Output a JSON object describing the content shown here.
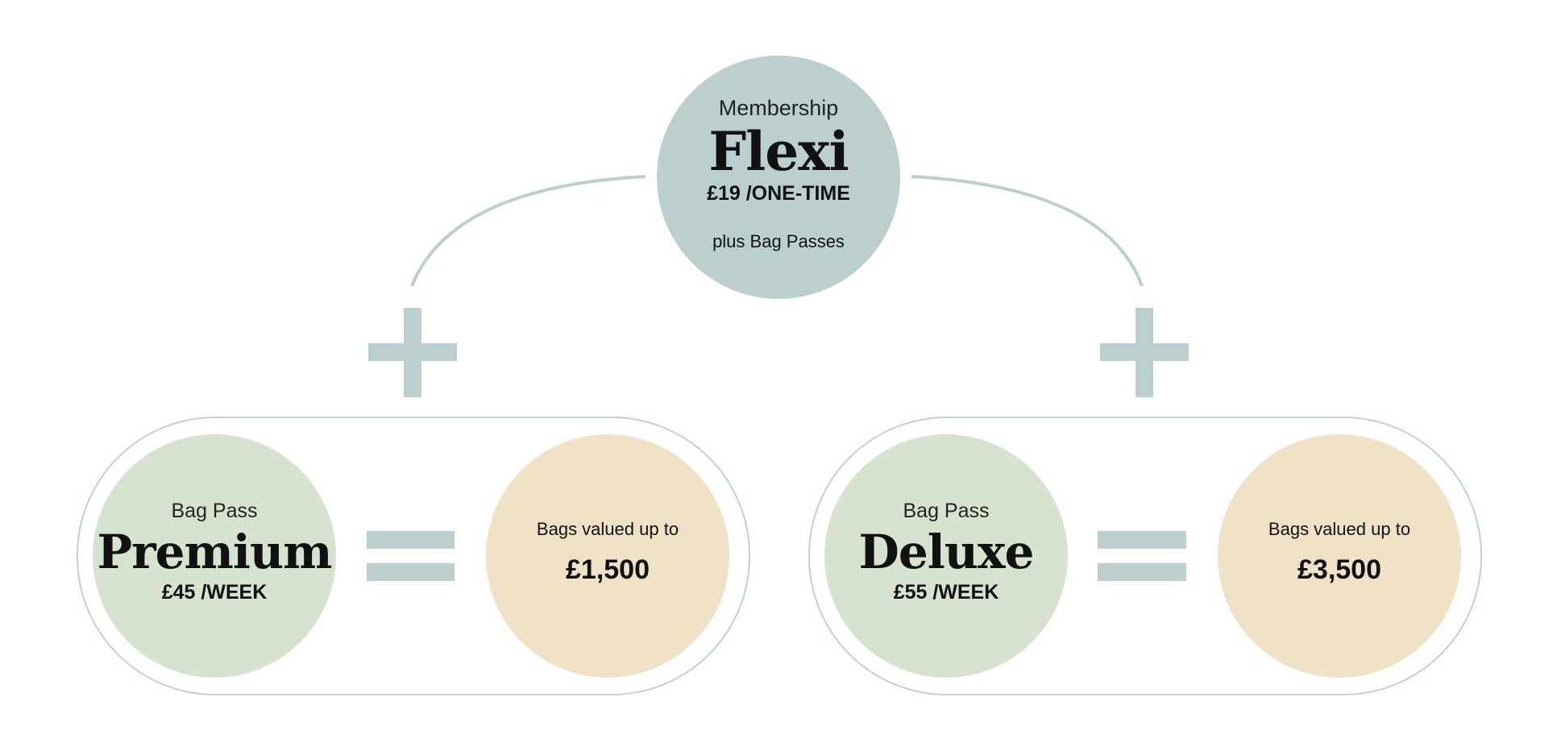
{
  "membership": {
    "label": "Membership",
    "name": "Flexi",
    "price": "£19 /ONE-TIME",
    "note": "plus Bag Passes"
  },
  "bag_passes": [
    {
      "label": "Bag Pass",
      "name": "Premium",
      "price": "£45 /WEEK",
      "value_label": "Bags valued up to",
      "value": "£1,500"
    },
    {
      "label": "Bag Pass",
      "name": "Deluxe",
      "price": "£55 /WEEK",
      "value_label": "Bags valued up to",
      "value": "£3,500"
    }
  ],
  "colors": {
    "membership": "#bccfcf",
    "bag_pass": "#d7e3cf",
    "value": "#f0e2c6",
    "connector": "#bccfcf"
  }
}
